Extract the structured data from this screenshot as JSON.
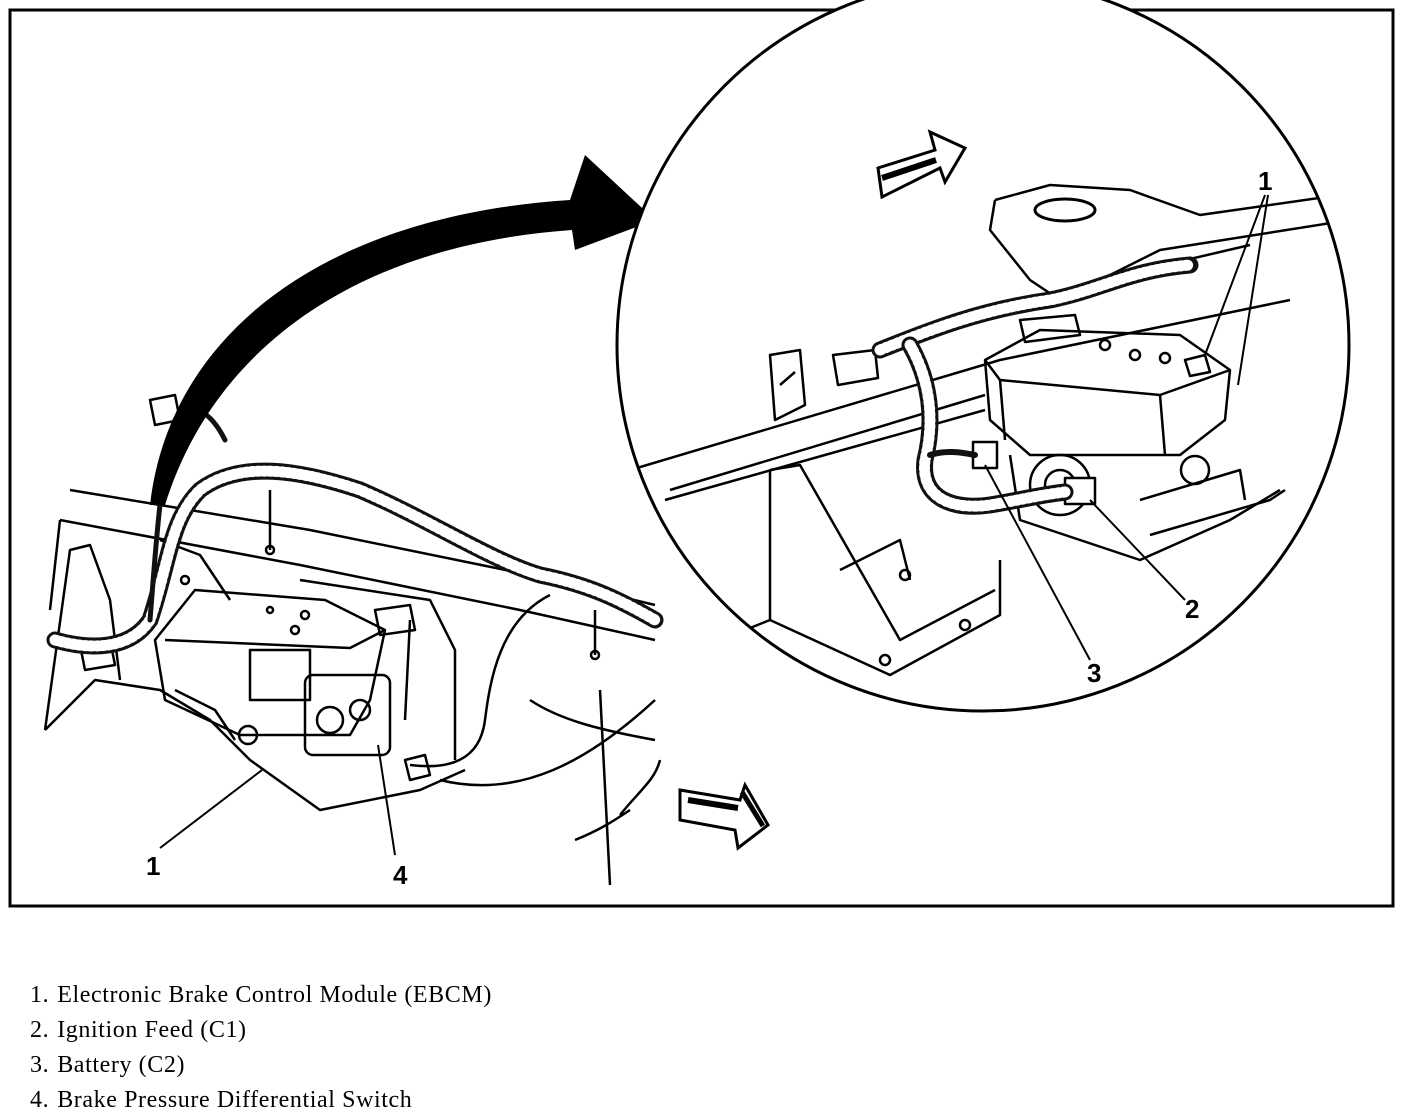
{
  "callouts": {
    "main_ebcm": "1",
    "main_switch": "4",
    "detail_ebcm": "1",
    "detail_ignition": "2",
    "detail_battery": "3"
  },
  "legend": [
    {
      "num": "1.",
      "text": "Electronic Brake Control Module (EBCM)"
    },
    {
      "num": "2.",
      "text": "Ignition Feed (C1)"
    },
    {
      "num": "3.",
      "text": "Battery (C2)"
    },
    {
      "num": "4.",
      "text": "Brake Pressure Differential Switch"
    }
  ]
}
